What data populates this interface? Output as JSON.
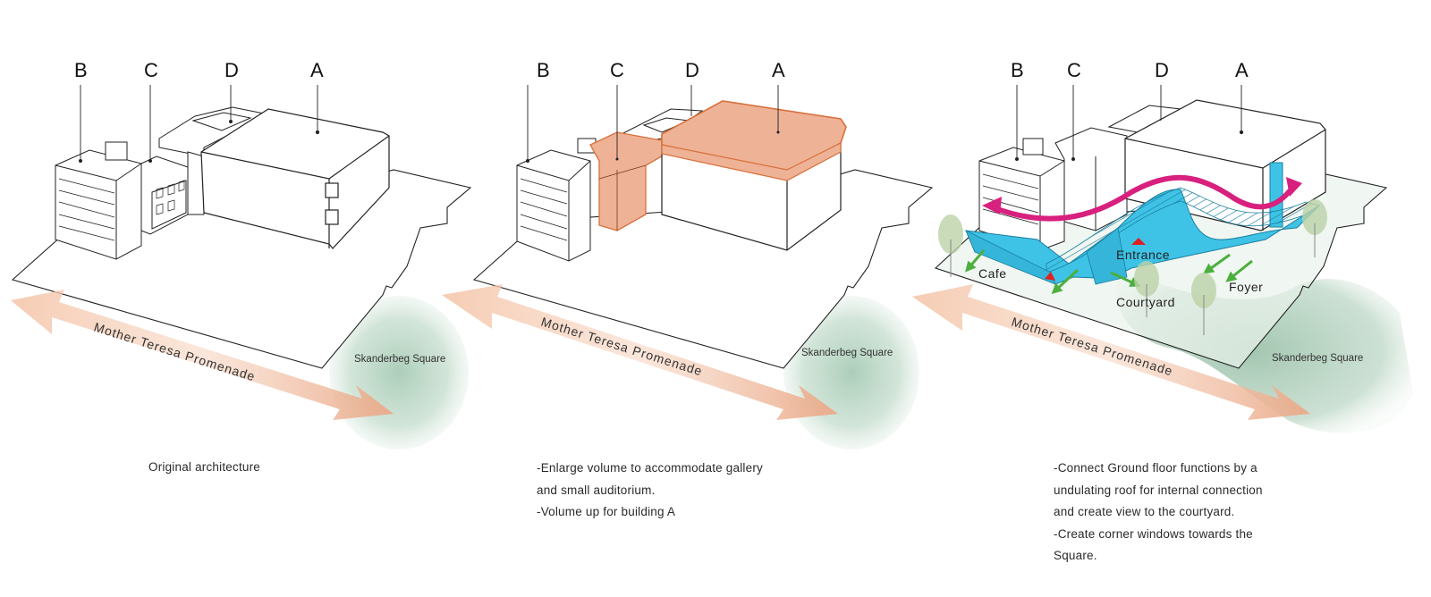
{
  "panels": [
    {
      "id": "original",
      "building_labels": [
        "B",
        "C",
        "D",
        "A"
      ],
      "street_label": "Mother Teresa Promenade",
      "square_label": "Skanderbeg Square",
      "caption": [
        "Original architecture"
      ]
    },
    {
      "id": "enlarge",
      "building_labels": [
        "B",
        "C",
        "D",
        "A"
      ],
      "street_label": "Mother Teresa Promenade",
      "square_label": "Skanderbeg Square",
      "caption": [
        "-Enlarge volume to accommodate gallery",
        "and small auditorium.",
        "-Volume up for building A"
      ]
    },
    {
      "id": "connect",
      "building_labels": [
        "B",
        "C",
        "D",
        "A"
      ],
      "street_label": "Mother Teresa Promenade",
      "square_label": "Skanderbeg Square",
      "space_labels": {
        "cafe": "Cafe",
        "entrance": "Entrance",
        "courtyard": "Courtyard",
        "foyer": "Foyer"
      },
      "caption": [
        "-Connect Ground floor functions by a",
        "undulating roof for internal connection",
        "and create view to the courtyard.",
        "-Create corner windows towards the",
        "Square."
      ]
    }
  ],
  "colors": {
    "promenade_arrow": "#f0b896",
    "square_fill": "#a9cdb8",
    "enlarged_volume": "#eeb296",
    "enlarged_outline": "#d9703a",
    "roof": "#3ec3e6",
    "roof_dark": "#1b7fa0",
    "circulation_arrow": "#d8207e",
    "view_arrow": "#4caf3e",
    "entrance_marker": "#e02020",
    "courtyard_fill": "#dfeee2"
  }
}
